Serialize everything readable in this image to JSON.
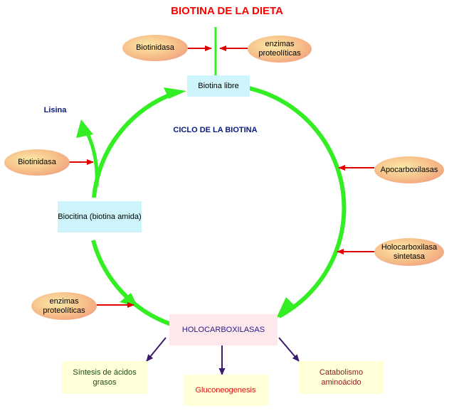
{
  "title": "BIOTINA DE LA DIETA",
  "cycle_title": "CICLO DE LA BIOTINA",
  "lisina": "Lisina",
  "ovals": {
    "biotinidasa_top": "Biotinidasa",
    "enzimas_top": "enzimas proteolíticas",
    "biotinidasa_left": "Biotinidasa",
    "apocarboxilasas": "Apocarboxilasas",
    "holocarboxilasa_sintetasa": "Holocarboxilasa sintetasa",
    "enzimas_left": "enzimas proteolíticas"
  },
  "boxes": {
    "biotina_libre": "Biotina libre",
    "biocitina": "Biocitina (biotina amida)",
    "holocarboxilasas": "HOLOCARBOXILASAS"
  },
  "outputs": {
    "sintesis": "Síntesis de ácidos grasos",
    "gluconeogenesis": "Gluconeogenesis",
    "catabolismo": "Catabolismo aminoácido"
  },
  "colors": {
    "cycle": "#33ee22",
    "inhibit_arrow": "#e00000",
    "output_arrow": "#3a1a6a",
    "title": "#ff0000"
  }
}
